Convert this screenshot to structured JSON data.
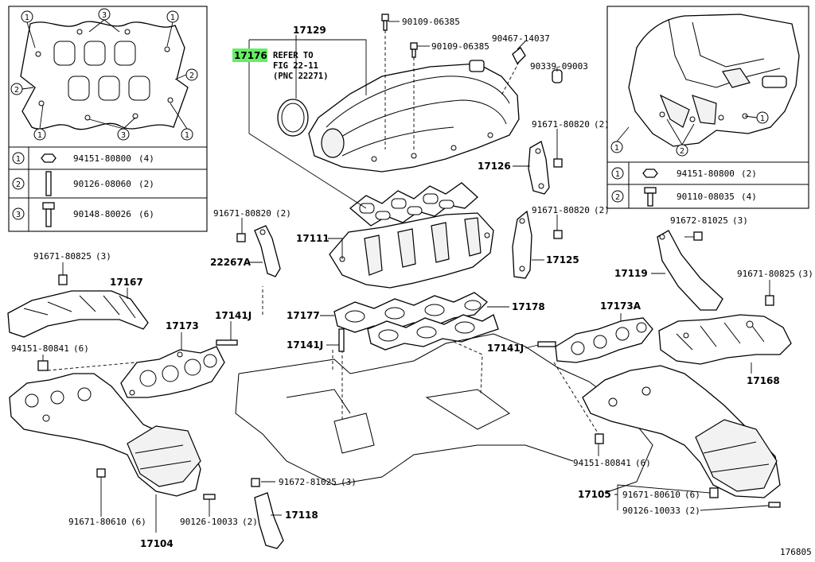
{
  "diagram_id": "176805",
  "highlight_color": "#63f063",
  "left_box": {
    "callouts": [
      "1",
      "2",
      "3"
    ],
    "legend": [
      {
        "key": "1",
        "part": "94151-80800",
        "qty": "(4)"
      },
      {
        "key": "2",
        "part": "90126-08060",
        "qty": "(2)"
      },
      {
        "key": "3",
        "part": "90148-80026",
        "qty": "(6)"
      }
    ]
  },
  "right_box": {
    "callouts": [
      "1",
      "2"
    ],
    "legend": [
      {
        "key": "1",
        "part": "94151-80800",
        "qty": "(2)"
      },
      {
        "key": "2",
        "part": "90110-08035",
        "qty": "(4)"
      }
    ]
  },
  "note": {
    "part": "17176",
    "line1": "REFER TO",
    "line2": "FIG 22-11",
    "line3": "(PNC 22271)"
  },
  "labels": {
    "l17129": "17129",
    "l90109a": "90109-06385",
    "l90109b": "90109-06385",
    "l90467": "90467-14037",
    "l90339": "90339-09003",
    "l91671a": "91671-80820",
    "l91671a_q": "(2)",
    "l17126": "17126",
    "l91671b": "91671-80820",
    "l91671b_q": "(2)",
    "l91671c": "91671-80820",
    "l91671c_q": "(2)",
    "l17111": "17111",
    "l22267a": "22267A",
    "l17125": "17125",
    "l91671d": "91671-80825",
    "l91671d_q": "(3)",
    "l17167": "17167",
    "l17173": "17173",
    "l17141j_a": "17141J",
    "l94151a": "94151-80841",
    "l94151a_q": "(6)",
    "l17177": "17177",
    "l17178": "17178",
    "l17141j_b": "17141J",
    "l17141j_c": "17141J",
    "l17173a": "17173A",
    "l91672a": "91672-81025",
    "l91672a_q": "(3)",
    "l17119": "17119",
    "l91671e": "91671-80825",
    "l91671e_q": "(3)",
    "l17168": "17168",
    "l94151b": "94151-80841",
    "l94151b_q": "(6)",
    "l91672b": "91672-81025",
    "l91672b_q": "(3)",
    "l17118": "17118",
    "l17105": "17105",
    "l91671f": "91671-80610",
    "l91671f_q": "(6)",
    "l90126a": "90126-10033",
    "l90126a_q": "(2)",
    "l91671g": "91671-80610",
    "l91671g_q": "(6)",
    "l90126b": "90126-10033",
    "l90126b_q": "(2)",
    "l17104": "17104"
  }
}
